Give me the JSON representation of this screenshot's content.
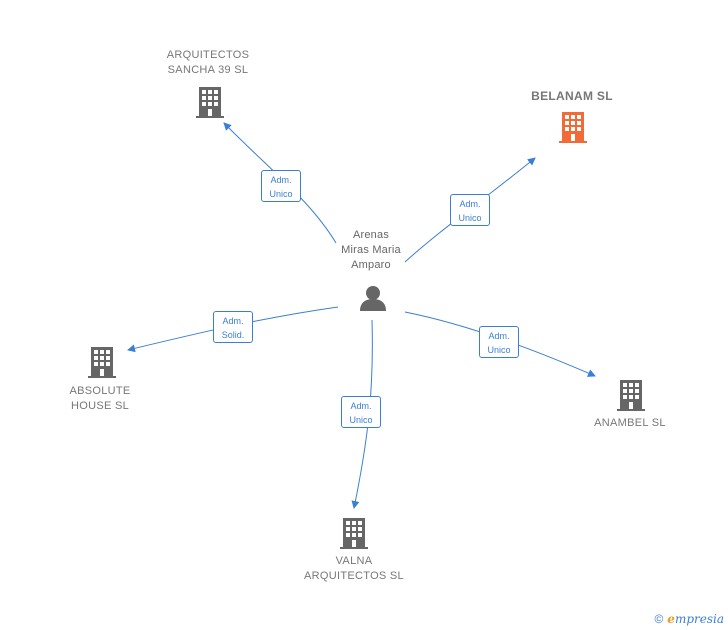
{
  "person": {
    "name_lines": [
      "Arenas",
      "Miras Maria",
      "Amparo"
    ],
    "icon": "person-icon"
  },
  "companies": [
    {
      "id": "arquitectos-sancha",
      "lines": [
        "ARQUITECTOS",
        "SANCHA 39 SL"
      ],
      "icon": "building-icon",
      "color": "#666666"
    },
    {
      "id": "belanam",
      "lines": [
        "BELANAM SL"
      ],
      "icon": "building-icon",
      "color": "#f26a35",
      "highlight": true
    },
    {
      "id": "absolute-house",
      "lines": [
        "ABSOLUTE",
        "HOUSE SL"
      ],
      "icon": "building-icon",
      "color": "#666666"
    },
    {
      "id": "anambel",
      "lines": [
        "ANAMBEL SL"
      ],
      "icon": "building-icon",
      "color": "#666666"
    },
    {
      "id": "valna-arquitectos",
      "lines": [
        "VALNA",
        "ARQUITECTOS SL"
      ],
      "icon": "building-icon",
      "color": "#666666"
    }
  ],
  "relations": [
    {
      "target": "arquitectos-sancha",
      "lines": [
        "Adm.",
        "Unico"
      ]
    },
    {
      "target": "belanam",
      "lines": [
        "Adm.",
        "Unico"
      ]
    },
    {
      "target": "absolute-house",
      "lines": [
        "Adm.",
        "Solid."
      ]
    },
    {
      "target": "anambel",
      "lines": [
        "Adm.",
        "Unico"
      ]
    },
    {
      "target": "valna-arquitectos",
      "lines": [
        "Adm.",
        "Unico"
      ]
    }
  ],
  "footer": {
    "copyright": "©",
    "brand_initial": "e",
    "brand_rest": "mpresia"
  },
  "colors": {
    "edge": "#3a7fd5",
    "node": "#666666",
    "highlight": "#f26a35"
  }
}
